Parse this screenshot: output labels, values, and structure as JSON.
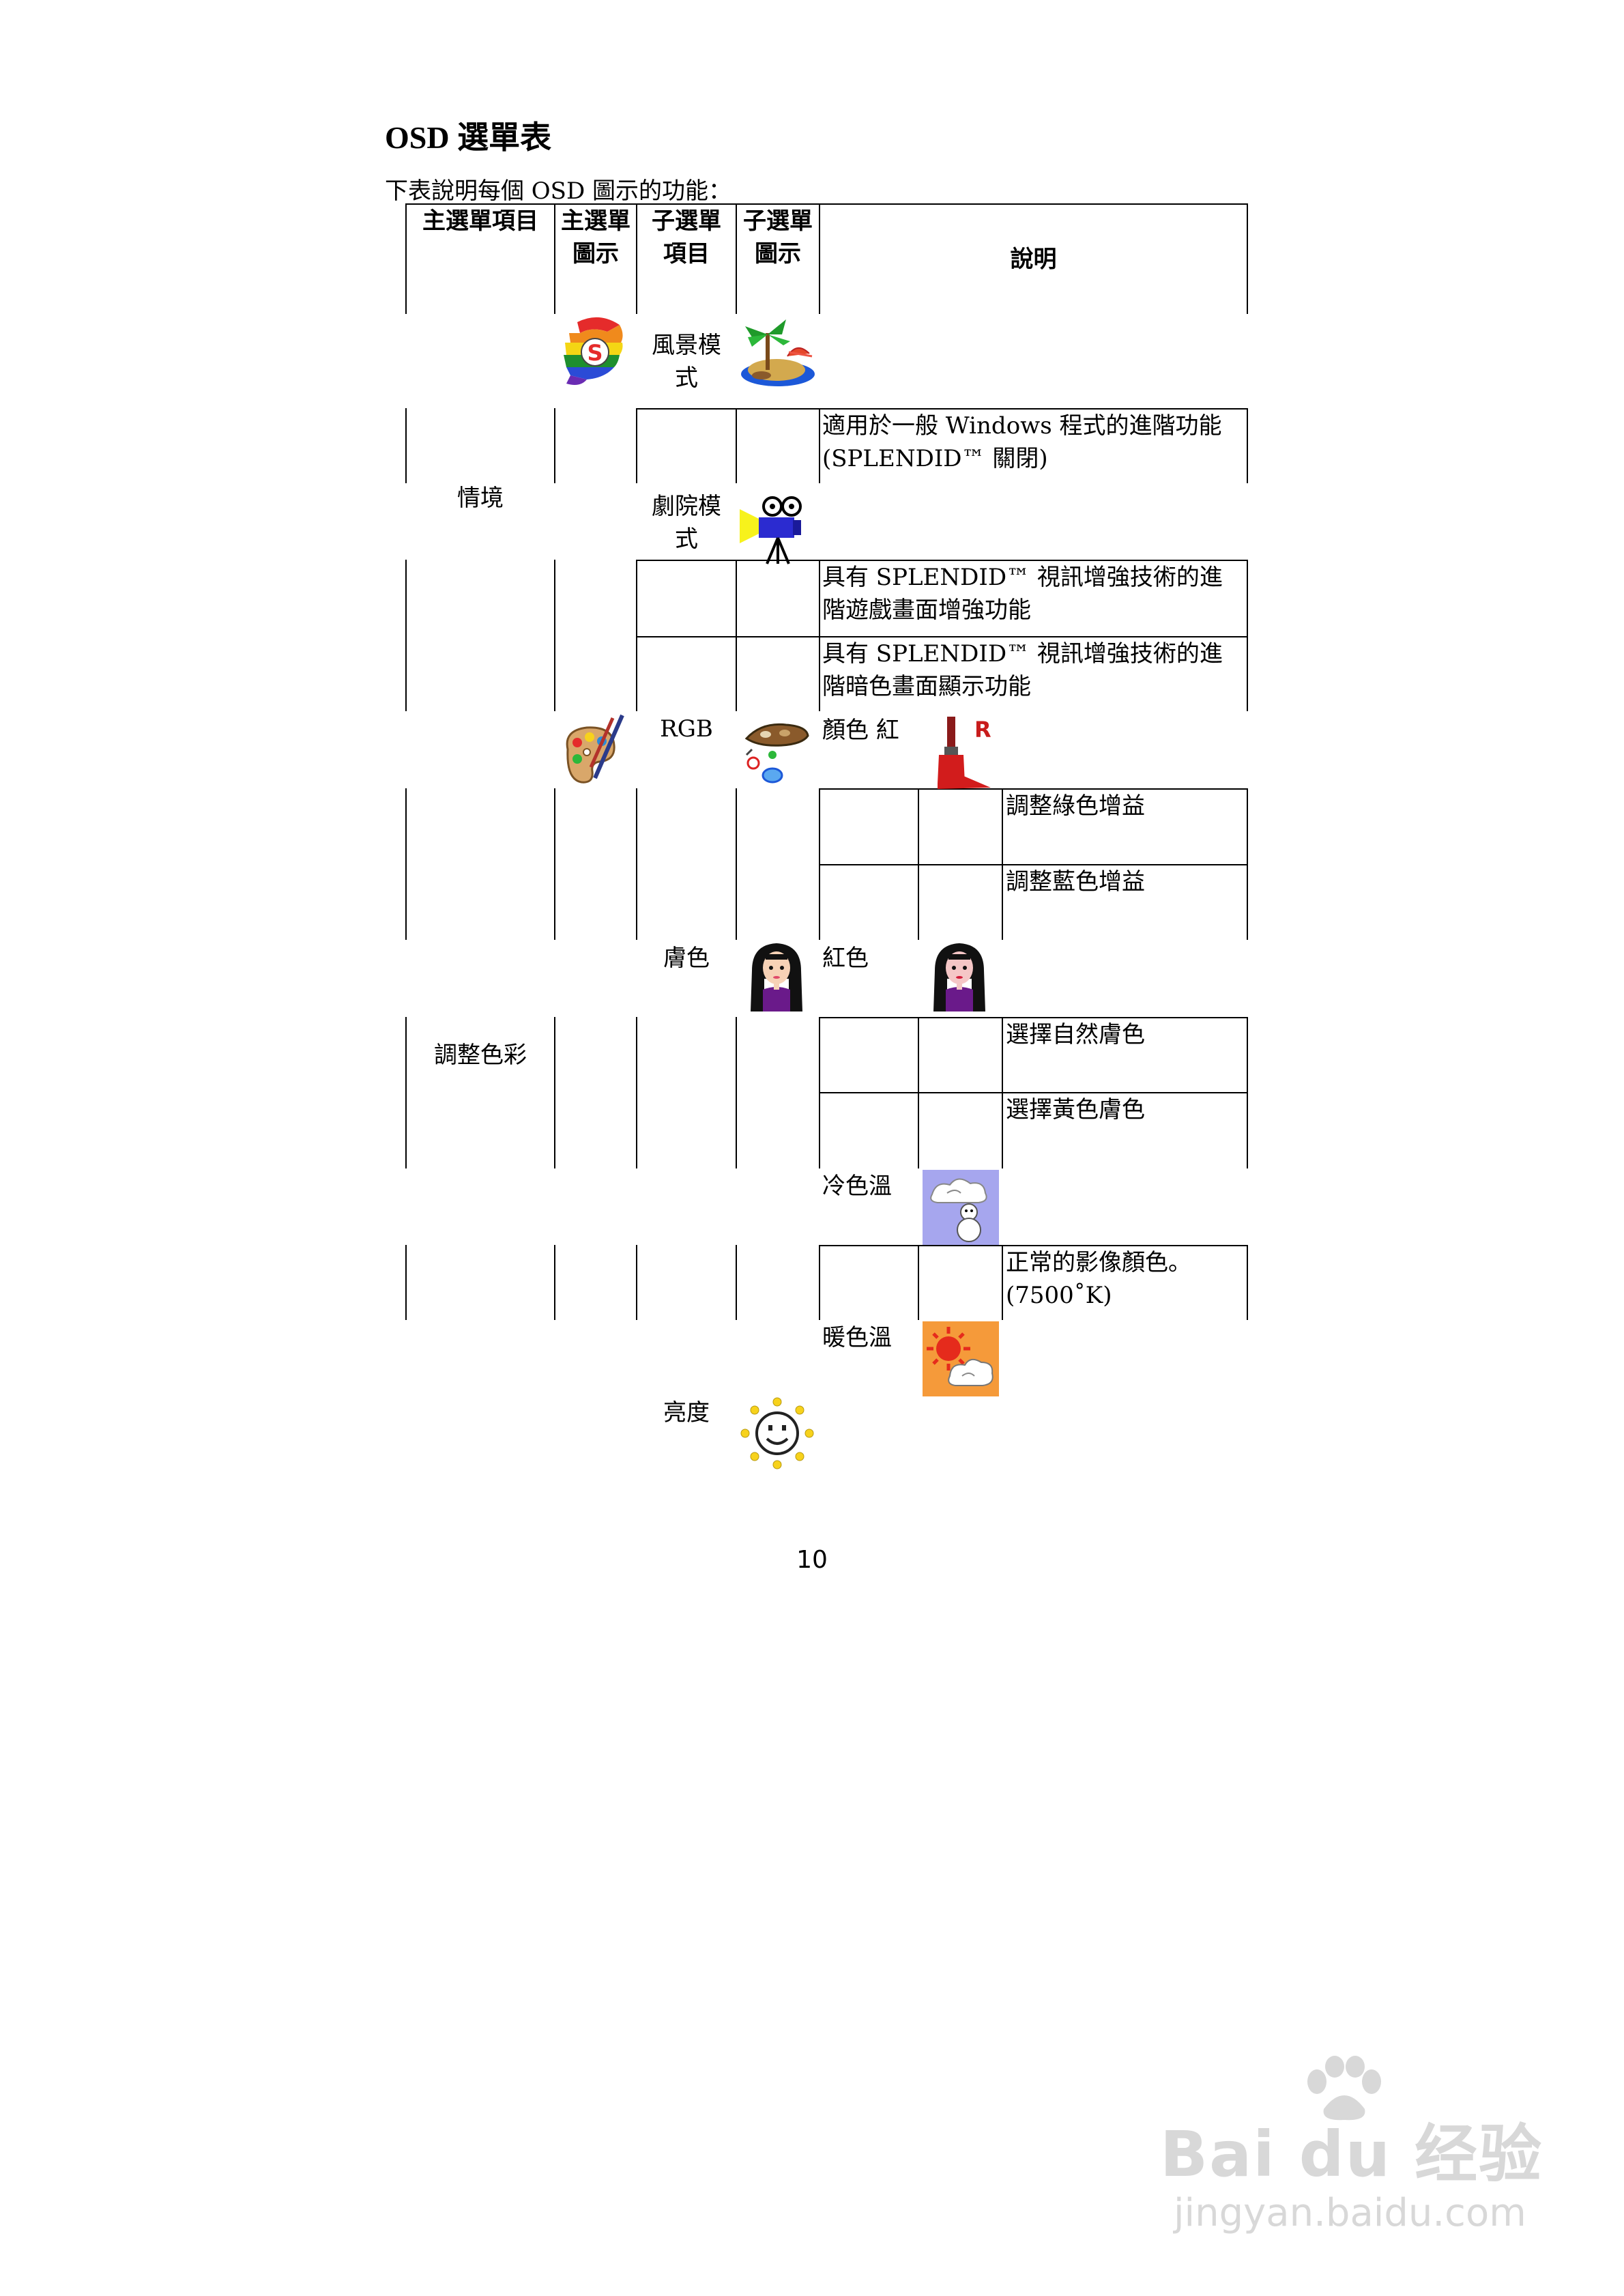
{
  "title": "OSD 選單表",
  "intro": "下表說明每個 OSD 圖示的功能：",
  "headers": {
    "main_item": "主選單項目",
    "main_icon_1": "主選單",
    "main_icon_2": "圖示",
    "sub_item_1": "子選單",
    "sub_item_2": "項目",
    "sub_icon_1": "子選單",
    "sub_icon_2": "圖示",
    "description": "說明"
  },
  "rows": {
    "scene_main": "情境",
    "landscape_1": "風景模",
    "landscape_2": "式",
    "standard_desc_1": "適用於一般 Windows 程式的進階功能",
    "standard_desc_2": "(SPLENDID™ 關閉)",
    "theater_1": "劇院模",
    "theater_2": "式",
    "game_desc_1": "具有 SPLENDID™ 視訊增強技術的進",
    "game_desc_2": "階遊戲畫面增強功能",
    "night_desc_1": "具有 SPLENDID™ 視訊增強技術的進",
    "night_desc_2": "階暗色畫面顯示功能",
    "color_main": "調整色彩",
    "rgb": "RGB",
    "color_red": "顏色 紅",
    "green_gain": "調整綠色增益",
    "blue_gain": "調整藍色增益",
    "skin": "膚色",
    "red_color": "紅色",
    "natural_skin": "選擇自然膚色",
    "yellow_skin": "選擇黃色膚色",
    "cool_temp": "冷色溫",
    "normal_desc_1": "正常的影像顏色。",
    "normal_desc_2": "(7500˚K)",
    "warm_temp": "暖色溫",
    "brightness": "亮度"
  },
  "page_number": "10",
  "watermark": {
    "logo": "Bai du 经验",
    "url": "jingyan.baidu.com"
  },
  "icons": [
    "splendid-icon",
    "landscape-island-icon",
    "movie-camera-icon",
    "palette-icon",
    "rgb-paint-icon",
    "red-paintbrush-icon",
    "skin-girl-icon",
    "red-girl-icon",
    "cool-snowman-icon",
    "warm-sun-cloud-icon",
    "brightness-sun-icon"
  ]
}
